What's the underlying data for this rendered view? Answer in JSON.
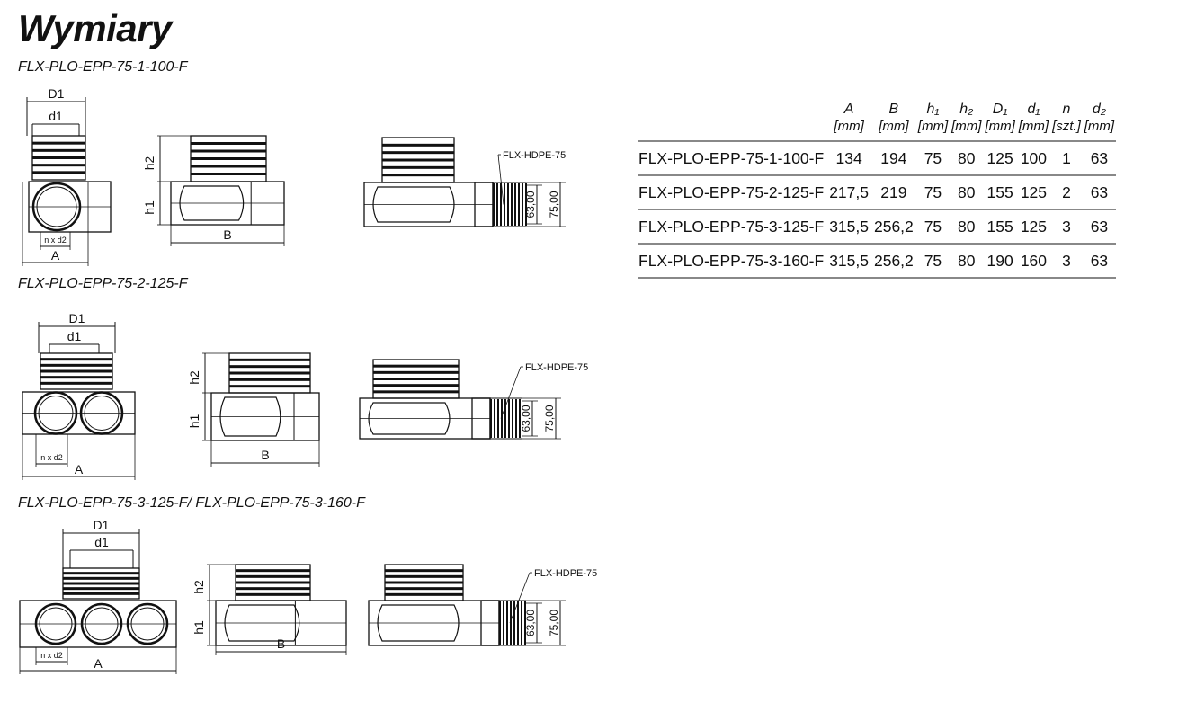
{
  "title": "Wymiary",
  "sections": [
    {
      "caption": "FLX-PLO-EPP-75-1-100-F",
      "labels": {
        "D1": "D1",
        "d1": "d1",
        "h2": "h2",
        "h1": "h1",
        "nxd2": "n x d2",
        "A": "A",
        "B": "B",
        "pipe": "FLX-HDPE-75",
        "inner": "63,00",
        "outer": "75,00"
      }
    },
    {
      "caption": "FLX-PLO-EPP-75-2-125-F",
      "labels": {
        "D1": "D1",
        "d1": "d1",
        "h2": "h2",
        "h1": "h1",
        "nxd2": "n x d2",
        "A": "A",
        "B": "B",
        "pipe": "FLX-HDPE-75",
        "inner": "63,00",
        "outer": "75,00"
      }
    },
    {
      "caption": "FLX-PLO-EPP-75-3-125-F/ FLX-PLO-EPP-75-3-160-F",
      "labels": {
        "D1": "D1",
        "d1": "d1",
        "h2": "h2",
        "h1": "h1",
        "nxd2": "n x d2",
        "A": "A",
        "B": "B",
        "pipe": "FLX-HDPE-75",
        "inner": "63,00",
        "outer": "75,00"
      }
    }
  ],
  "table": {
    "headers": [
      {
        "sym": "A",
        "unit": "[mm]"
      },
      {
        "sym": "B",
        "unit": "[mm]"
      },
      {
        "sym": "h₁",
        "unit": "[mm]"
      },
      {
        "sym": "h₂",
        "unit": "[mm]"
      },
      {
        "sym": "D₁",
        "unit": "[mm]"
      },
      {
        "sym": "d₁",
        "unit": "[mm]"
      },
      {
        "sym": "n",
        "unit": "[szt.]"
      },
      {
        "sym": "d₂",
        "unit": "[mm]"
      }
    ],
    "rows": [
      [
        "FLX-PLO-EPP-75-1-100-F",
        "134",
        "194",
        "75",
        "80",
        "125",
        "100",
        "1",
        "63"
      ],
      [
        "FLX-PLO-EPP-75-2-125-F",
        "217,5",
        "219",
        "75",
        "80",
        "155",
        "125",
        "2",
        "63"
      ],
      [
        "FLX-PLO-EPP-75-3-125-F",
        "315,5",
        "256,2",
        "75",
        "80",
        "155",
        "125",
        "3",
        "63"
      ],
      [
        "FLX-PLO-EPP-75-3-160-F",
        "315,5",
        "256,2",
        "75",
        "80",
        "190",
        "160",
        "3",
        "63"
      ]
    ]
  }
}
